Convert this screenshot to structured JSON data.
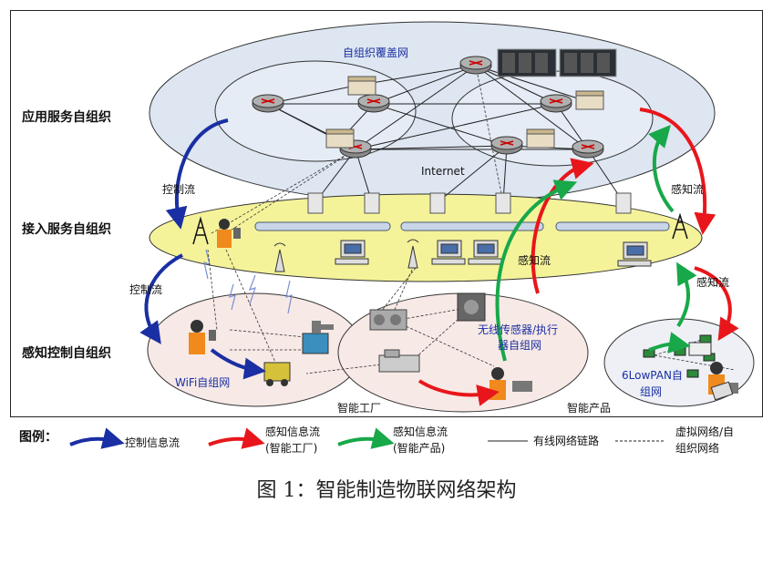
{
  "layers": {
    "application": "应用服务自组织",
    "access": "接入服务自组织",
    "sensing": "感知控制自组织"
  },
  "overlay_label": "自组织覆盖网",
  "internet_label": "Internet",
  "flow_labels": {
    "control_top": "控制流",
    "control_left": "控制流",
    "sensing_right_top": "感知流",
    "sensing_middle": "感知流",
    "sensing_right_low": "感知流"
  },
  "subnets": {
    "wifi": "WiFi自组网",
    "wireless_line1": "无线传感器/执行",
    "wireless_line2": "器自组网",
    "lowpan_line1": "6LowPAN自",
    "lowpan_line2": "组网"
  },
  "areas": {
    "factory": "智能工厂",
    "product": "智能产品"
  },
  "legend": {
    "title": "图例：",
    "control": "控制信息流",
    "sense_factory_line1": "感知信息流",
    "sense_factory_line2": "(智能工厂)",
    "sense_product_line1": "感知信息流",
    "sense_product_line2": "(智能产品)",
    "wired": "有线网络链路",
    "virtual_line1": "虚拟网络/自",
    "virtual_line2": "组织网络"
  },
  "caption": "图 1：智能制造物联网络架构",
  "colors": {
    "control": "#1a2fa3",
    "sense_factory": "#e8161b",
    "sense_product": "#18a84a",
    "top_ellipse": "#dde6f1",
    "access_ellipse": "#f5f39a",
    "bottom_ellipse": "#f7e9e6"
  }
}
